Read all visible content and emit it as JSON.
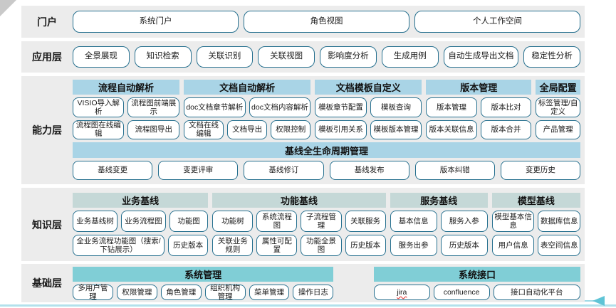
{
  "decor": {
    "corner_color": "#c9c9c9",
    "bottom_line_color": "#b3e1ec",
    "arrow_color": "#5fc4d6"
  },
  "colors": {
    "band_bg": "#ececec",
    "button_border": "#26708f",
    "capability_header_bg": "#a9d4e6",
    "knowledge_header_bg": "#c5d8d7",
    "foundation_header_bg": "#80ced6"
  },
  "portal": {
    "label": "门户",
    "buttons": [
      "系统门户",
      "角色视图",
      "个人工作空间"
    ]
  },
  "application": {
    "label": "应用层",
    "buttons": [
      "全景展现",
      "知识检索",
      "关联识别",
      "关联视图",
      "影响度分析",
      "生成用例",
      {
        "t": "自动生成导出文档",
        "flex": 1.35
      },
      "稳定性分析"
    ]
  },
  "capability": {
    "label": "能力层",
    "groups": [
      {
        "header": "流程自动解析",
        "flex": 153,
        "rows": [
          [
            "VISIO导入解析",
            "流程图前端展示"
          ],
          [
            "流程图在线编辑",
            "流程图导出"
          ]
        ]
      },
      {
        "header": "文档自动解析",
        "flex": 182,
        "rows": [
          [
            "doc文档章节解析",
            "doc文档内容解析"
          ],
          [
            "文档在线编辑",
            "文档导出",
            "权限控制"
          ]
        ]
      },
      {
        "header": "文档模板自定义",
        "flex": 153,
        "rows": [
          [
            "模板章节配置",
            "模板查询"
          ],
          [
            "模板引用关系",
            "模板版本管理"
          ]
        ]
      },
      {
        "header": "版本管理",
        "flex": 151,
        "rows": [
          [
            "版本管理",
            "版本比对"
          ],
          [
            "版本关联信息",
            "版本合并"
          ]
        ]
      },
      {
        "header": "全局配置",
        "flex": 64,
        "rows": [
          [
            "标签管理/自定义"
          ],
          [
            "产品管理"
          ]
        ]
      }
    ],
    "banner": "基线全生命周期管理",
    "banner_buttons": [
      "基线变更",
      "变更评审",
      "基线修订",
      "基线发布",
      "版本纠错",
      "变更历史"
    ]
  },
  "knowledge": {
    "label": "知识层",
    "groups": [
      {
        "header": "业务基线",
        "flex": 190,
        "rows": [
          [
            "业务基线树",
            "业务流程图",
            {
              "t": "功能图",
              "flex": 0.85
            }
          ],
          [
            {
              "t": "全业务流程功能图（搜索/下钻展示）",
              "flex": 2.45
            },
            "历史版本"
          ]
        ]
      },
      {
        "header": "功能基线",
        "flex": 243,
        "rows": [
          [
            "功能树",
            "系统流程图",
            "子流程管理",
            "关联服务"
          ],
          [
            "关联业务规则",
            "属性可配置",
            "功能全景图",
            "历史版本"
          ]
        ]
      },
      {
        "header": "服务基线",
        "flex": 137,
        "rows": [
          [
            "基本信息",
            "服务入参"
          ],
          [
            "服务出参",
            "历史版本"
          ]
        ]
      },
      {
        "header": "模型基线",
        "flex": 124,
        "rows": [
          [
            "模型基本信息",
            "数据库信息"
          ],
          [
            "用户信息",
            "表空间信息"
          ]
        ]
      }
    ]
  },
  "foundation": {
    "label": "基础层",
    "groups": [
      {
        "header": "系统管理",
        "flex": 370,
        "rows": [
          [
            "多用户管理",
            "权限管理",
            "角色管理",
            "组织机构管理",
            "菜单管理",
            "操作日志"
          ]
        ]
      },
      {
        "spacer": 45
      },
      {
        "header": "系统接口",
        "flex": 293,
        "rows": [
          [
            {
              "t": "jira",
              "cls": "jira"
            },
            "confluence",
            {
              "t": "接口自动化平台",
              "flex": 1.6
            }
          ]
        ]
      }
    ]
  }
}
